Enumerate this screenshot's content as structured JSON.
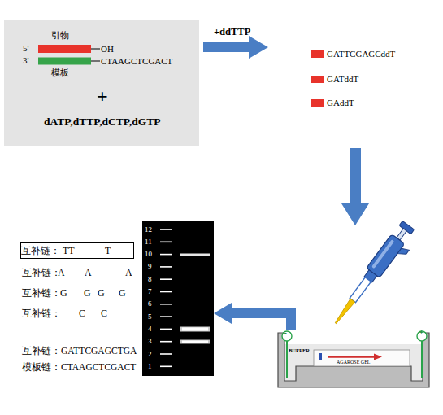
{
  "diagram": {
    "nodes": [
      {
        "text": [
          "引物",
          "5'",
          "OH",
          "3'",
          "CTAAGCTCGACT",
          "模板",
          "+",
          "dATP,dTTP,dCTP,dGTP"
        ]
      },
      {
        "text": [
          "互补链：",
          "TT",
          "T"
        ]
      },
      {
        "text": [
          "12",
          "11",
          "10",
          "9",
          "8",
          "7",
          "6",
          "5",
          "4",
          "3",
          "2",
          "1"
        ]
      },
      {
        "text": [
          "BUFFER",
          "AGAROSE GEL"
        ]
      }
    ],
    "edges": [
      {
        "from": 3,
        "to": 2,
        "arrow": "to"
      }
    ],
    "labels": [
      "+ddTTP",
      "GATTCGAGCddT",
      "GATddT",
      "GAddT",
      "-",
      "+",
      "互补链：",
      "A",
      "A",
      "A",
      "互补链：",
      "G",
      "G",
      "G",
      "G",
      "互补链：",
      "C",
      "C",
      "互补链：GATTCGAGCTGA",
      "模板链：CTAAGCTCGACT"
    ]
  }
}
